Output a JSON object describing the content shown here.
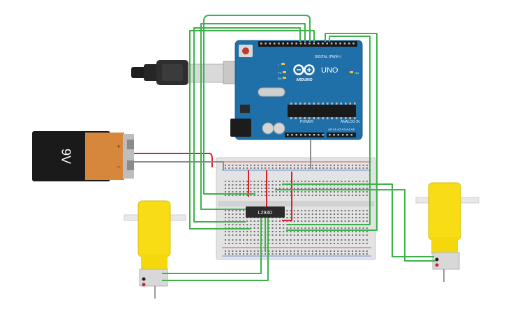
{
  "battery": {
    "voltage_label": "9V",
    "plus": "+",
    "minus": "−"
  },
  "arduino": {
    "logo_text": "ARDUINO",
    "model": "UNO",
    "digital_header": "DIGITAL (PWM~)",
    "power_label": "POWER",
    "analog_label": "ANALOG IN",
    "led_l": "L",
    "led_tx": "TX",
    "led_rx": "RX",
    "led_on": "ON",
    "analog_pins": [
      "A0",
      "A1",
      "A2",
      "A3",
      "A4",
      "A5"
    ]
  },
  "chip": {
    "label": "L293D"
  },
  "colors": {
    "wire_green": "#3db24a",
    "wire_red": "#d6222a",
    "wire_gray": "#8c8c8c",
    "board_blue": "#1f6fa8",
    "motor_yellow": "#f7dc16",
    "battery_orange": "#d7873c"
  }
}
